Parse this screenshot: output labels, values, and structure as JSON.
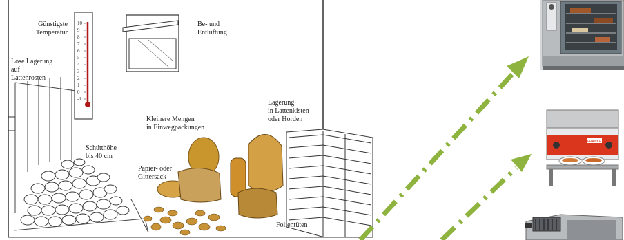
{
  "illustration": {
    "labels": {
      "temperature": "Günstigste\nTemperatur",
      "ventilation": "Be- und\nEntlüftung",
      "loose_storage": "Lose Lagerung\nauf\nLattenrosten",
      "small_quantities": "Kleinere Mengen\nin Einwegpackungen",
      "crate_storage": "Lagerung\nin Lattenkisten\noder Horden",
      "pile_height": "Schütthöhe\nbis 40 cm",
      "paper_sack": "Papier- oder\nGittersack",
      "foil_bags": "Folientüten"
    },
    "thermometer_scale": [
      "10",
      "9",
      "8",
      "7",
      "6",
      "5",
      "4",
      "3",
      "2",
      "1",
      "0",
      "-1"
    ],
    "oven_brand": "FRANKE"
  },
  "colors": {
    "arrow_green": "#8fb33f",
    "line_dark": "#333333",
    "potato": "#c9962e",
    "warmer_red": "#d9361d",
    "steel": "#b9bcbf"
  }
}
